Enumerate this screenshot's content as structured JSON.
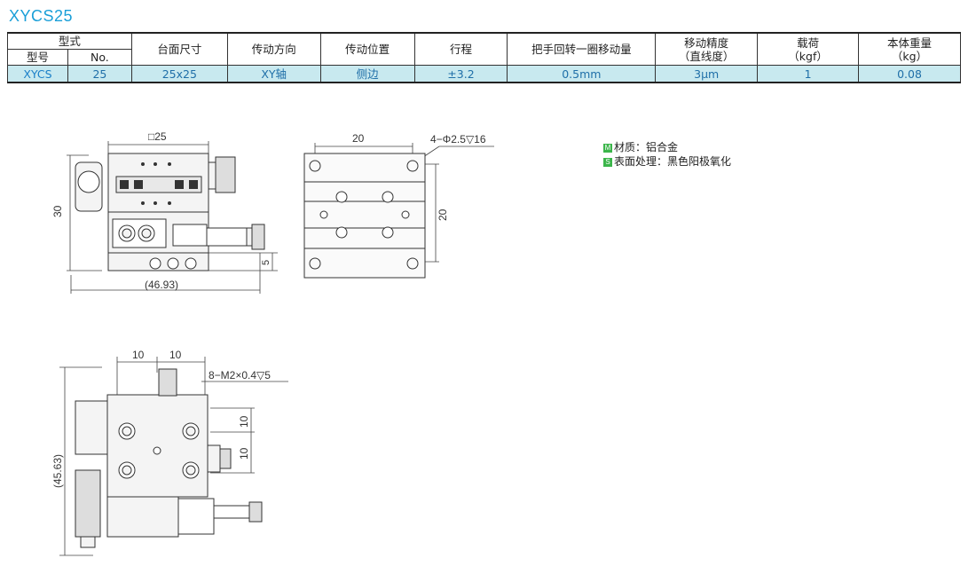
{
  "title": "XYCS25",
  "table": {
    "header": {
      "type_group": "型式",
      "model": "型号",
      "no": "No.",
      "table_size": "台面尺寸",
      "drive_direction": "传动方向",
      "drive_position": "传动位置",
      "travel": "行程",
      "per_turn": "把手回转一圈移动量",
      "accuracy_line1": "移动精度",
      "accuracy_line2": "（直线度）",
      "load_line1": "载荷",
      "load_line2": "（kgf）",
      "weight_line1": "本体重量",
      "weight_line2": "（kg）"
    },
    "row": {
      "model": "XYCS",
      "no": "25",
      "table_size": "25x25",
      "drive_direction": "XY轴",
      "drive_position": "侧边",
      "travel": "±3.2",
      "per_turn": "0.5mm",
      "accuracy": "3μm",
      "load": "1",
      "weight": "0.08"
    }
  },
  "notes": {
    "material_badge": "M",
    "material": "材质：铝合金",
    "surface_badge": "S",
    "surface": "表面处理：黑色阳极氧化"
  },
  "drawings": {
    "front": {
      "width_label": "□25",
      "height_label": "30",
      "overall_label": "(46.93)",
      "offset_label": "5"
    },
    "top": {
      "pitch_label": "20",
      "hole_label": "4−Φ2.5▽16",
      "height_label": "20"
    },
    "bottom": {
      "pitch_left": "10",
      "pitch_right": "10",
      "thread_label": "8−M2×0.4▽5",
      "height_label": "(45.63)",
      "v_pitch_top": "10",
      "v_pitch_bottom": "10"
    }
  },
  "colors": {
    "accent": "#1a9fd8",
    "row_bg": "#c8e9ef",
    "badge": "#3bb54a"
  }
}
